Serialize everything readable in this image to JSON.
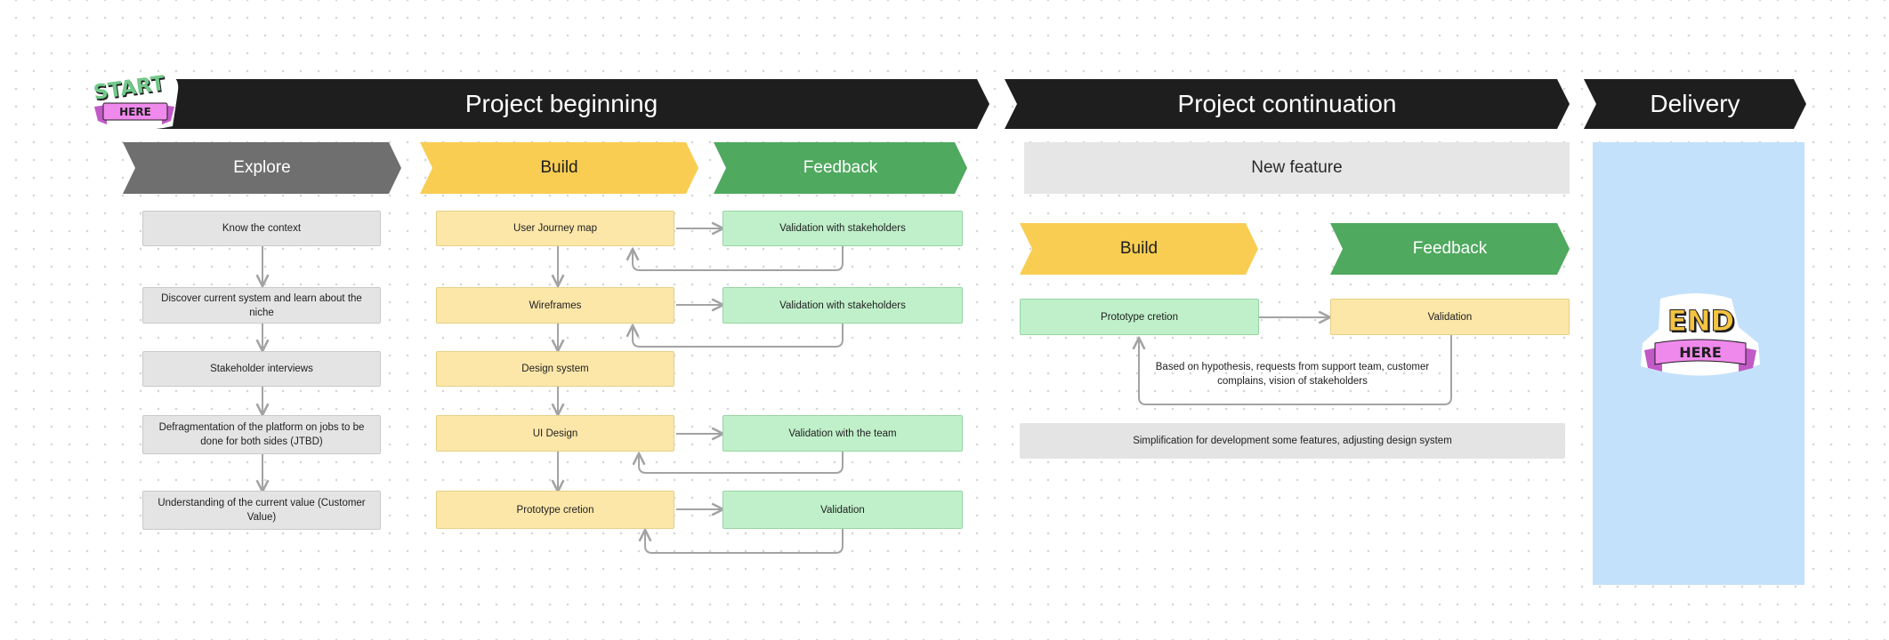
{
  "phases": {
    "beginning": "Project beginning",
    "continuation": "Project continuation",
    "delivery": "Delivery"
  },
  "stages": {
    "explore": "Explore",
    "build": "Build",
    "feedback": "Feedback",
    "new_feature": "New feature",
    "build2": "Build",
    "feedback2": "Feedback"
  },
  "explore_steps": [
    "Know the context",
    "Discover current system and learn about the niche",
    "Stakeholder interviews",
    "Defragmentation of the platform on jobs to be done for both sides (JTBD)",
    "Understanding of the current value (Customer Value)"
  ],
  "build_steps": [
    "User Journey map",
    "Wireframes",
    "Design system",
    "UI Design",
    "Prototype cretion"
  ],
  "feedback_steps": [
    "Validation with stakeholders",
    "Validation with stakeholders",
    "Validation with the team",
    "Validation"
  ],
  "continuation": {
    "prototype": "Prototype cretion",
    "validation": "Validation",
    "note": "Based on hypothesis, requests from support team, customer complains, vision of stakeholders",
    "simplification": "Simplification for development some features, adjusting design system"
  },
  "stickers": {
    "start_word": "START",
    "start_ribbon": "HERE",
    "end_word": "END",
    "end_ribbon": "HERE"
  },
  "colors": {
    "phase_bg": "#1e1e1e",
    "explore": "#6f6f6f",
    "build": "#f8cd52",
    "feedback": "#4fa95f",
    "delivery_panel": "#c3e1fb",
    "connector": "#a3a3a3"
  }
}
